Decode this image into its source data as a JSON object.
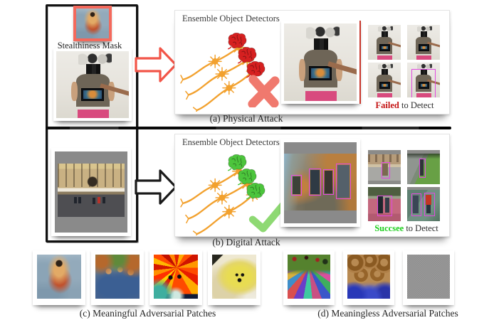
{
  "figure": {
    "left_panel": {
      "mask_label": "Stealthiness Mask"
    },
    "physical": {
      "detectors_label": "Ensemble Object Detectors",
      "result": {
        "highlight": "Failed",
        "rest": " to Detect"
      },
      "caption": "(a) Physical Attack"
    },
    "digital": {
      "detectors_label": "Ensemble Object Detectors",
      "result": {
        "highlight": "Succsee",
        "rest": " to Detect"
      },
      "caption": "(b) Digital Attack"
    },
    "patches": {
      "meaningful": {
        "caption": "(c) Meaningful Adversarial Patches"
      },
      "meaningless": {
        "caption": "(d) Meaningless Adversarial Patches"
      }
    },
    "icons": [
      "neuron-network-icon",
      "brain-icon",
      "cross-icon",
      "check-icon",
      "block-arrow-icon",
      "drone-icon",
      "detection-box"
    ],
    "colors": {
      "fail-red": "#c41414",
      "success-green": "#1fcf1f",
      "brain-red": "#d62020",
      "brain-green": "#4cc53c",
      "neuron-orange": "#f2a12e",
      "cross-salmon": "#f0796e",
      "check-green": "#8ed973",
      "arrow-red": "#f25548",
      "arrow-black": "#1a1a1a",
      "mask-border": "#f4695c",
      "detect-magenta": "#e24ae0",
      "letterbox-gray": "#8a8a8a"
    }
  }
}
